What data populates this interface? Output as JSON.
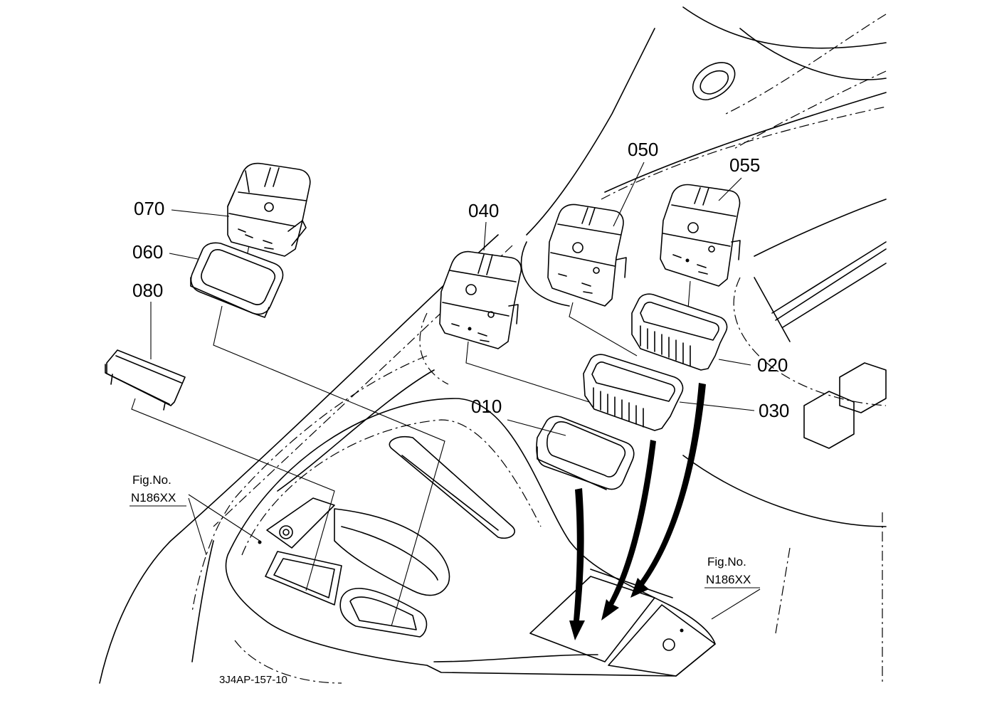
{
  "part_labels": {
    "p010": "010",
    "p020": "020",
    "p030": "030",
    "p040": "040",
    "p050": "050",
    "p055": "055",
    "p060": "060",
    "p070": "070",
    "p080": "080"
  },
  "fig_ref_left": {
    "line1": "Fig.No.",
    "line2": "N186XX"
  },
  "fig_ref_right": {
    "line1": "Fig.No.",
    "line2": "N186XX"
  },
  "drawing_code": "3J4AP-157-10"
}
